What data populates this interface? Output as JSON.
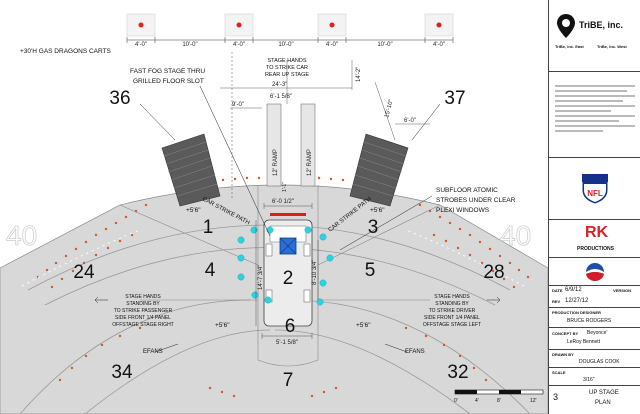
{
  "top_labels": {
    "gas_carts": "+30'H GAS DRAGONS CARTS",
    "fast_fog_line1": "FAST FOG STAGE THRU",
    "fast_fog_line2": "GRILLED FLOOR SLOT",
    "stage_hands_top_line1": "STAGE HANDS",
    "stage_hands_top_line2": "TO STRIKE CAR",
    "stage_hands_top_line3": "REAR UP STAGE",
    "subfloor_line1": "SUBFLOOR ATOMIC",
    "subfloor_line2": "STROBES UNDER CLEAR",
    "subfloor_line3": "PLEXI WINDOWS"
  },
  "dimensions": {
    "d1": "4'-0\"",
    "d2": "10'-0\"",
    "d3": "4'-0\"",
    "d4": "10'-0\"",
    "d5": "4'-0\"",
    "d6": "10'-0\"",
    "d7": "4'-0\"",
    "center_top": "24'-3\"",
    "center_small": "6'-1 5/8\"",
    "left_9": "9'-0\"",
    "right_14": "14'-2\"",
    "right_15": "15'-10\"",
    "right_6": "6'-0\"",
    "car_width": "6'-0 1/2\"",
    "left_height": "14'-7 3/4\"",
    "right_height": "8'-10 3/4\"",
    "bottom_width": "5'-1 5/8\"",
    "vertical_small": "1'-1\""
  },
  "ramps": {
    "left": "12' RAMP",
    "right": "12' RAMP"
  },
  "side_heights": {
    "l1": "+5'6\"",
    "r1": "+5'6\"",
    "l2": "+5'6\"",
    "r2": "+5'6\""
  },
  "strike_paths": {
    "left": "CAR STRIKE PATH",
    "right": "CAR STRIKE PATH"
  },
  "zones": {
    "z1": "1",
    "z2": "2",
    "z3": "3",
    "z4": "4",
    "z5": "5",
    "z6": "6",
    "z7": "7",
    "z24": "24",
    "z28": "28",
    "z34": "34",
    "z32": "32",
    "z36": "36",
    "z37": "37"
  },
  "ghost_numbers": {
    "left": "40",
    "right": "40"
  },
  "notes": {
    "left": [
      "STAGE HANDS",
      "STANDING BY",
      "TO STRIKE PASSENGER",
      "SIDE FRONT 1/4 PANEL",
      "OFFSTAGE STAGE RIGHT"
    ],
    "right": [
      "STAGE HANDS",
      "STANDING BY",
      "TO STRIKE DRIVER",
      "SIDE FRONT 1/4 PANEL",
      "OFFSTAGE STAGE LEFT"
    ]
  },
  "efans": {
    "left": "EFANS",
    "right": "EFANS"
  },
  "scale_bar": [
    "0'",
    "4'",
    "8'",
    "12'"
  ],
  "title_block": {
    "company_line": "TriBE, inc.",
    "left_office": "TriBe, Inc. East",
    "right_office": "TriBe, Inc. West",
    "logo_nfl": "NFL",
    "logo_rk": "RK",
    "logo_rk_sub": "PRODUCTIONS",
    "date_label": "DATE",
    "date": "6/9/12",
    "rev_label": "REV",
    "rev": "12/27/12",
    "version_label": "VERSION",
    "production_designer_label": "PRODUCTION DESIGNER",
    "production_designer": "BRUCE RODGERS",
    "concept_label": "CONCEPT BY",
    "concept_1": "Beyonce'",
    "concept_2": "LeRoy Bennett",
    "drawn_label": "DRAWN BY",
    "drawn_by": "DOUGLAS COOK",
    "scale_label": "SCALE",
    "scale": "3/16\"",
    "sheet_number": "3",
    "sheet_title_1": "UP STAGE",
    "sheet_title_2": "PLAN"
  },
  "colors": {
    "stage_fill": "#d8d8d8",
    "ring_dot": "#d9542b",
    "cyan_dot": "#29d3e4",
    "blue_square": "#2a6fd6",
    "red_bar": "#d61f1f",
    "ramp_dark": "#5a5a5a"
  }
}
